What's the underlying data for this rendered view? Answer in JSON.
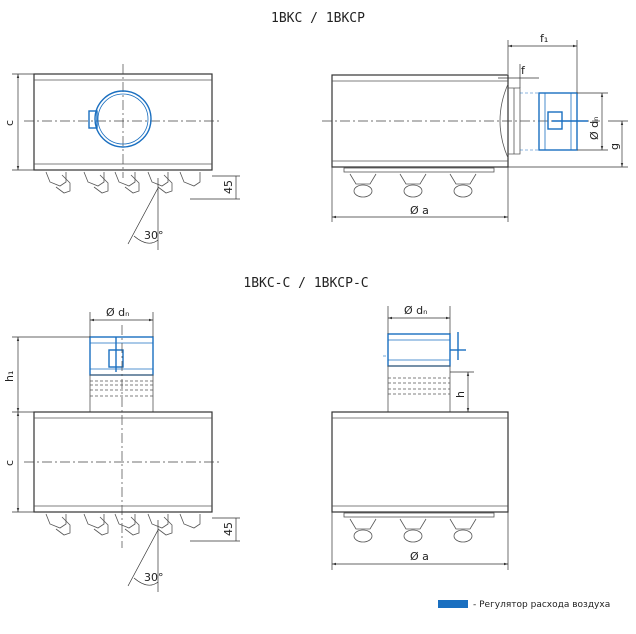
{
  "titles": {
    "top": "1BKC / 1BKCP",
    "bottom": "1BKC-C / 1BKCP-C"
  },
  "dimensions": {
    "c": "c",
    "f1": "f₁",
    "f": "f",
    "dn": "Ø dₙ",
    "g": "g",
    "a": "Ø a",
    "h45": "45",
    "angle": "30°",
    "h1": "h₁",
    "h": "h"
  },
  "legend": {
    "text": "- Регулятор расхода воздуха",
    "color": "#1a6fc0"
  },
  "colors": {
    "accent": "#1a6fc0",
    "line": "#333333"
  }
}
